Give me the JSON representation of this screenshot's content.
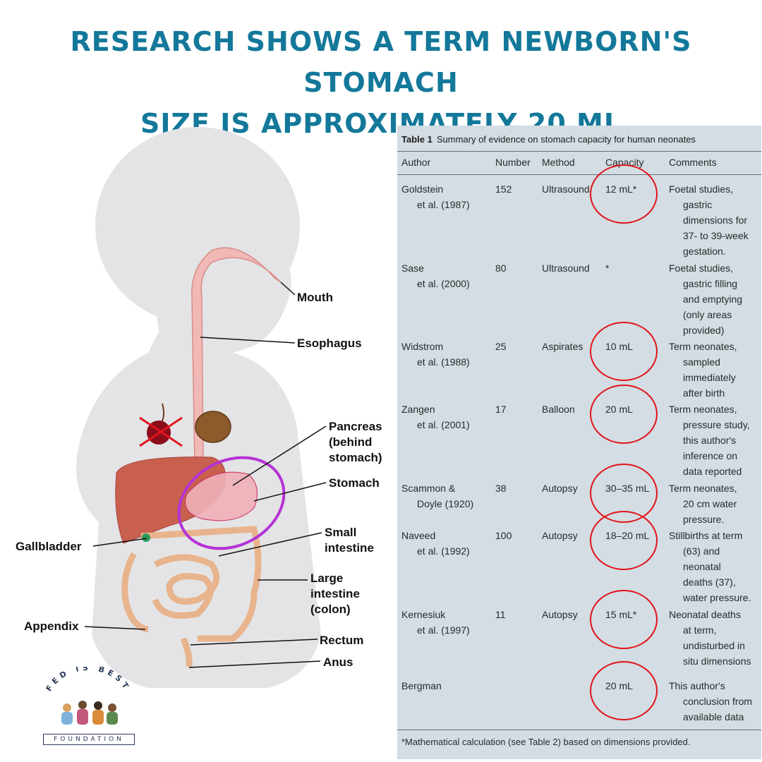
{
  "headline": {
    "line1": "Research shows a term newborn's stomach",
    "line2": "size is approximately 20 mL"
  },
  "anatomy_labels": {
    "mouth": "Mouth",
    "esophagus": "Esophagus",
    "pancreas_1": "Pancreas",
    "pancreas_2": "(behind",
    "pancreas_3": "stomach)",
    "stomach": "Stomach",
    "small_1": "Small",
    "small_2": "intestine",
    "large_1": "Large",
    "large_2": "intestine",
    "large_3": "(colon)",
    "gallbladder": "Gallbladder",
    "appendix": "Appendix",
    "rectum": "Rectum",
    "anus": "Anus"
  },
  "logo": {
    "arc": "FED IS BEST",
    "word": "FOUNDATION"
  },
  "table": {
    "label": "Table 1",
    "caption": "Summary of evidence on stomach capacity for human neonates",
    "headers": [
      "Author",
      "Number",
      "Method",
      "Capacity",
      "Comments"
    ],
    "rows": [
      {
        "author1": "Goldstein",
        "author2": "et al. (1987)",
        "number": "152",
        "method": "Ultrasound",
        "capacity": "12 mL*",
        "comments": [
          "Foetal studies,",
          "gastric",
          "dimensions for",
          "37- to 39-week",
          "gestation."
        ]
      },
      {
        "author1": "Sase",
        "author2": "et al. (2000)",
        "number": "80",
        "method": "Ultrasound",
        "capacity": "*",
        "comments": [
          "Foetal studies,",
          "gastric filling",
          "and emptying",
          "(only areas",
          "provided)"
        ]
      },
      {
        "author1": "Widstrom",
        "author2": "et al. (1988)",
        "number": "25",
        "method": "Aspirates",
        "capacity": "10 mL",
        "comments": [
          "Term neonates,",
          "sampled",
          "immediately",
          "after birth"
        ]
      },
      {
        "author1": "Zangen",
        "author2": "et al. (2001)",
        "number": "17",
        "method": "Balloon",
        "capacity": "20 mL",
        "comments": [
          "Term neonates,",
          "pressure study,",
          "this author's",
          "inference on",
          "data reported"
        ]
      },
      {
        "author1": "Scammon &",
        "author2": "Doyle (1920)",
        "number": "38",
        "method": "Autopsy",
        "capacity": "30–35 mL",
        "comments": [
          "Term neonates,",
          "20 cm water",
          "pressure."
        ]
      },
      {
        "author1": "Naveed",
        "author2": "et al. (1992)",
        "number": "100",
        "method": "Autopsy",
        "capacity": "18–20 mL",
        "comments": [
          "Stillbirths at term",
          "(63) and",
          "neonatal",
          "deaths (37),",
          "water pressure."
        ]
      },
      {
        "author1": "Kernesiuk",
        "author2": "et al. (1997)",
        "number": "11",
        "method": "Autopsy",
        "capacity": "15 mL*",
        "comments": [
          "Neonatal deaths",
          "at term,",
          "undisturbed in",
          "situ dimensions"
        ]
      },
      {
        "author1": "Bergman",
        "author2": "",
        "number": "",
        "method": "",
        "capacity": "20 mL",
        "comments": [
          "This author's",
          "conclusion from",
          "available data"
        ]
      }
    ],
    "footnote": "*Mathematical calculation (see Table 2) based on dimensions provided."
  },
  "colors": {
    "headline": "#13789a",
    "table_bg": "#d3dde3",
    "circle": "#e2141c",
    "stomach_ring": "#b533d6"
  }
}
